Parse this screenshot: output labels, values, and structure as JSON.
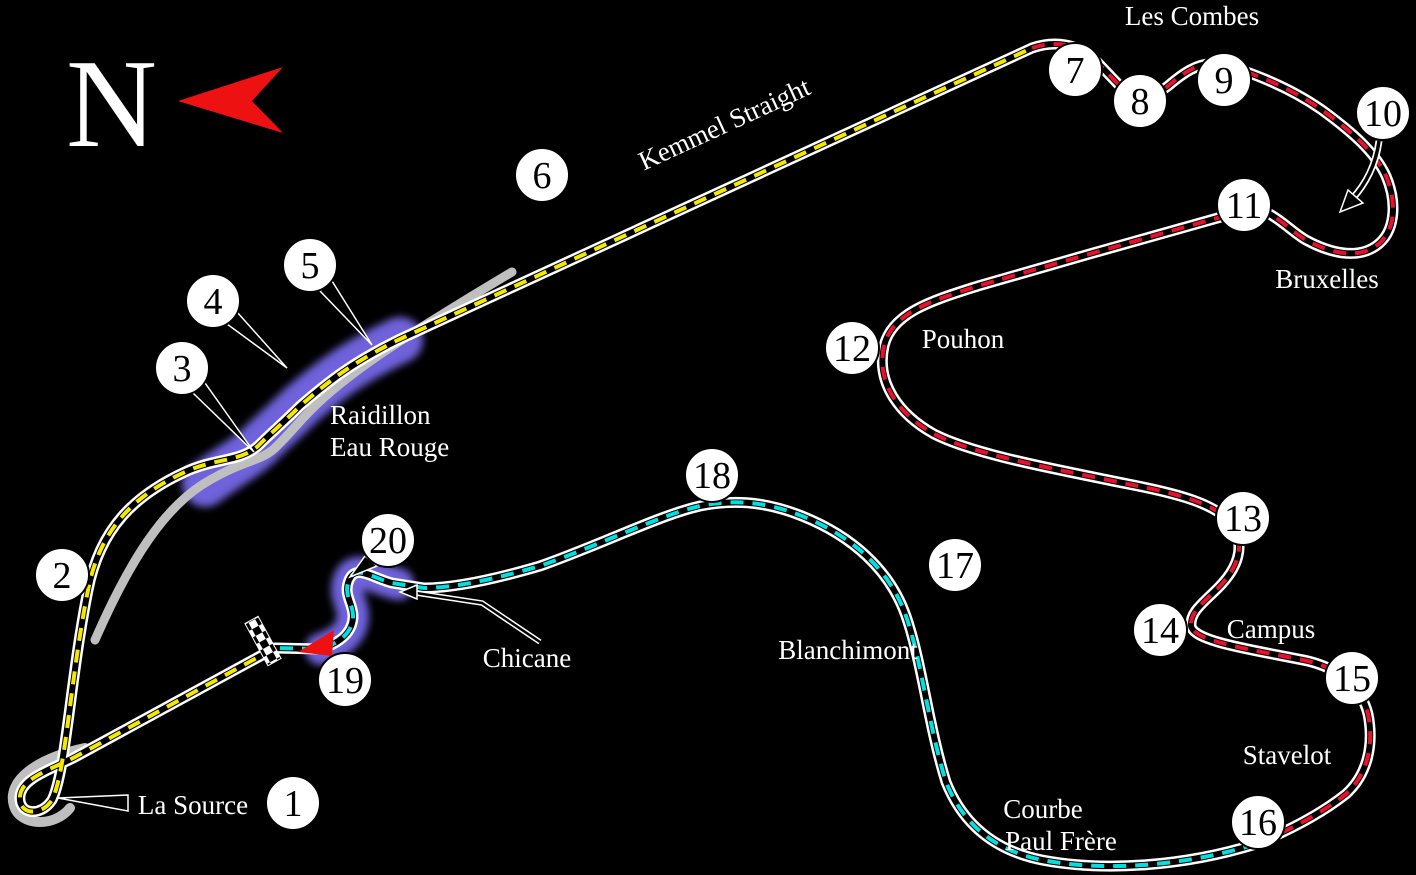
{
  "compass": {
    "letter": "N"
  },
  "corners": [
    "1",
    "2",
    "3",
    "4",
    "5",
    "6",
    "7",
    "8",
    "9",
    "10",
    "11",
    "12",
    "13",
    "14",
    "15",
    "16",
    "17",
    "18",
    "19",
    "20"
  ],
  "labels": {
    "les_combes": "Les Combes",
    "bruxelles": "Bruxelles",
    "pouhon": "Pouhon",
    "campus": "Campus",
    "stavelot": "Stavelot",
    "courbe_line1": "Courbe",
    "courbe_line2": "Paul Frère",
    "blanchimont": "Blanchimont",
    "chicane": "Chicane",
    "la_source": "La Source",
    "raidillon_line1": "Raidillon",
    "raidillon_line2": "Eau Rouge",
    "kemmel": "Kemmel Straight"
  },
  "colors": {
    "background": "#000000",
    "track_edge": "#ffffff",
    "track_surface": "#000000",
    "sector1_dash": "#f5e800",
    "sector2_dash": "#e8112d",
    "sector3_dash": "#00e0e0",
    "highlight": "#7468e6",
    "old_track": "#bfbfbf",
    "north_arrow": "#ee1111",
    "start_marker": "#ee1111",
    "badge_fill": "#ffffff",
    "badge_text": "#000000"
  }
}
